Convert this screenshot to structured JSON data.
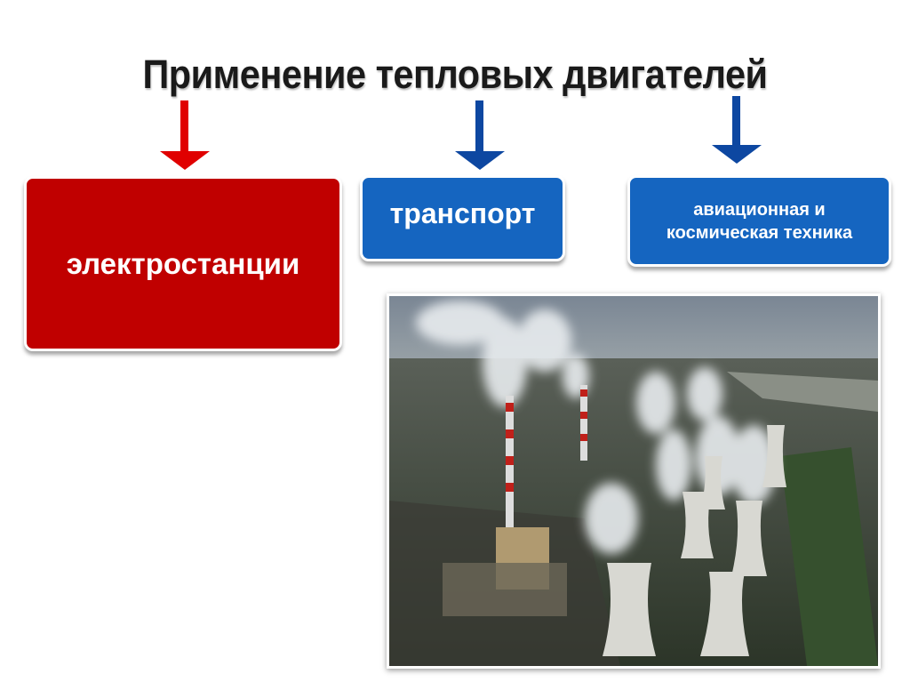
{
  "title": "Применение тепловых двигателей",
  "boxes": {
    "power_plants": "электростанции",
    "transport": "транспорт",
    "aviation_line1": "авиационная и",
    "aviation_line2": "космическая техника"
  },
  "colors": {
    "red": "#c00000",
    "blue": "#1565c0",
    "arrow_red": "#e00000",
    "arrow_blue": "#0d47a1"
  }
}
